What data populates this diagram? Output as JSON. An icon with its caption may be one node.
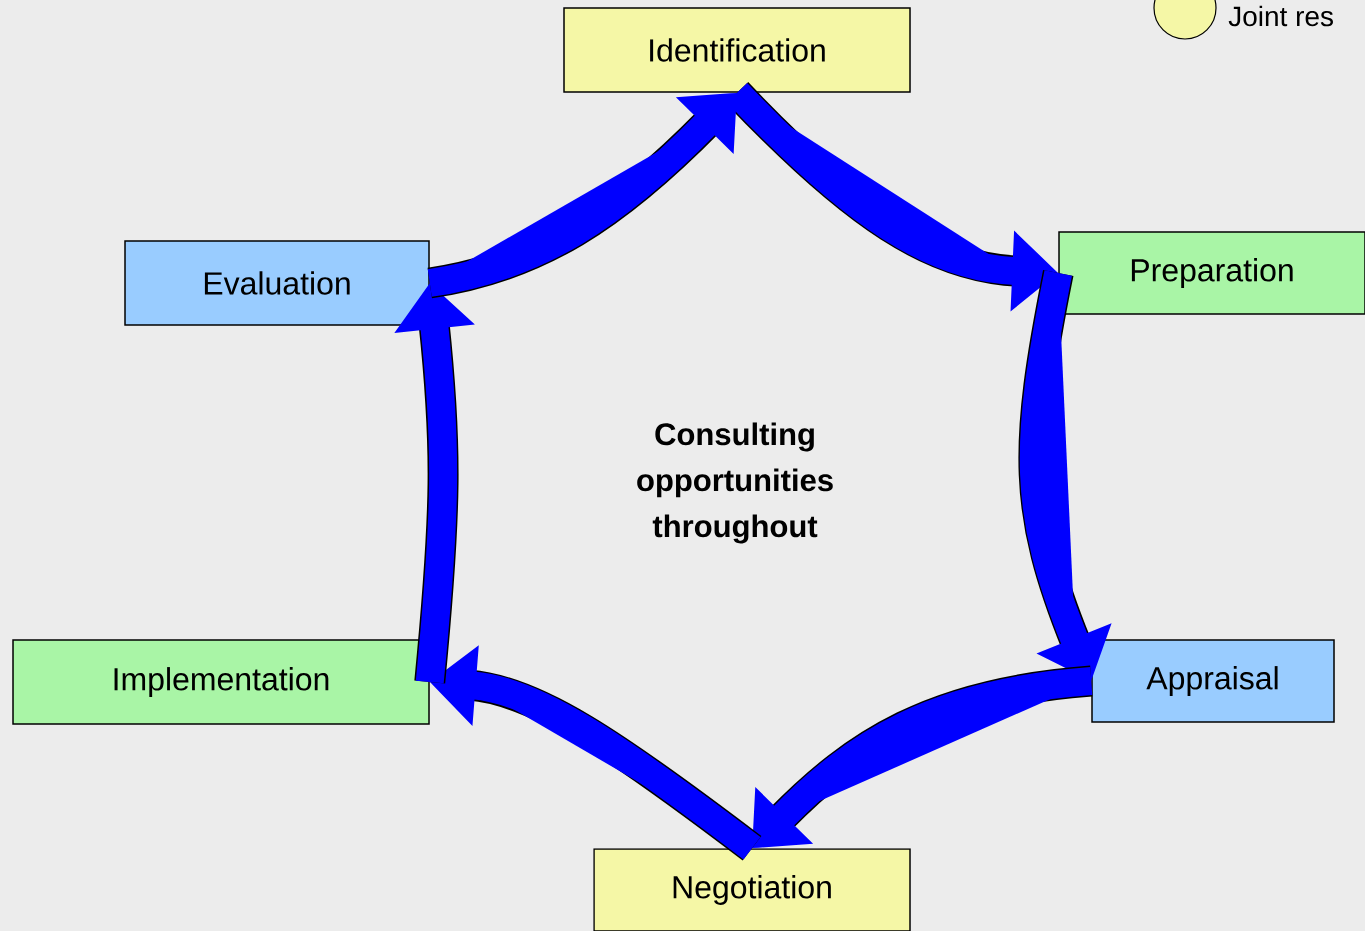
{
  "diagram": {
    "nodes": [
      {
        "text": [
          "Identification"
        ]
      },
      {
        "text": [
          "Preparation"
        ]
      },
      {
        "text": [
          "Appraisal"
        ]
      },
      {
        "text": [
          "Negotiation"
        ]
      },
      {
        "text": [
          "Implementation"
        ]
      },
      {
        "text": [
          "Evaluation"
        ]
      }
    ],
    "edges": [
      {
        "from": 0,
        "to": 1,
        "arrow": "to"
      },
      {
        "from": 1,
        "to": 2,
        "arrow": "to"
      },
      {
        "from": 2,
        "to": 3,
        "arrow": "to"
      },
      {
        "from": 3,
        "to": 4,
        "arrow": "to"
      },
      {
        "from": 4,
        "to": 5,
        "arrow": "to"
      },
      {
        "from": 5,
        "to": 0,
        "arrow": "to"
      }
    ],
    "labels": [
      "Consulting opportunities throughout"
    ],
    "legend": [
      {
        "text": "Joint res",
        "color": "#f5f7a6"
      }
    ]
  }
}
